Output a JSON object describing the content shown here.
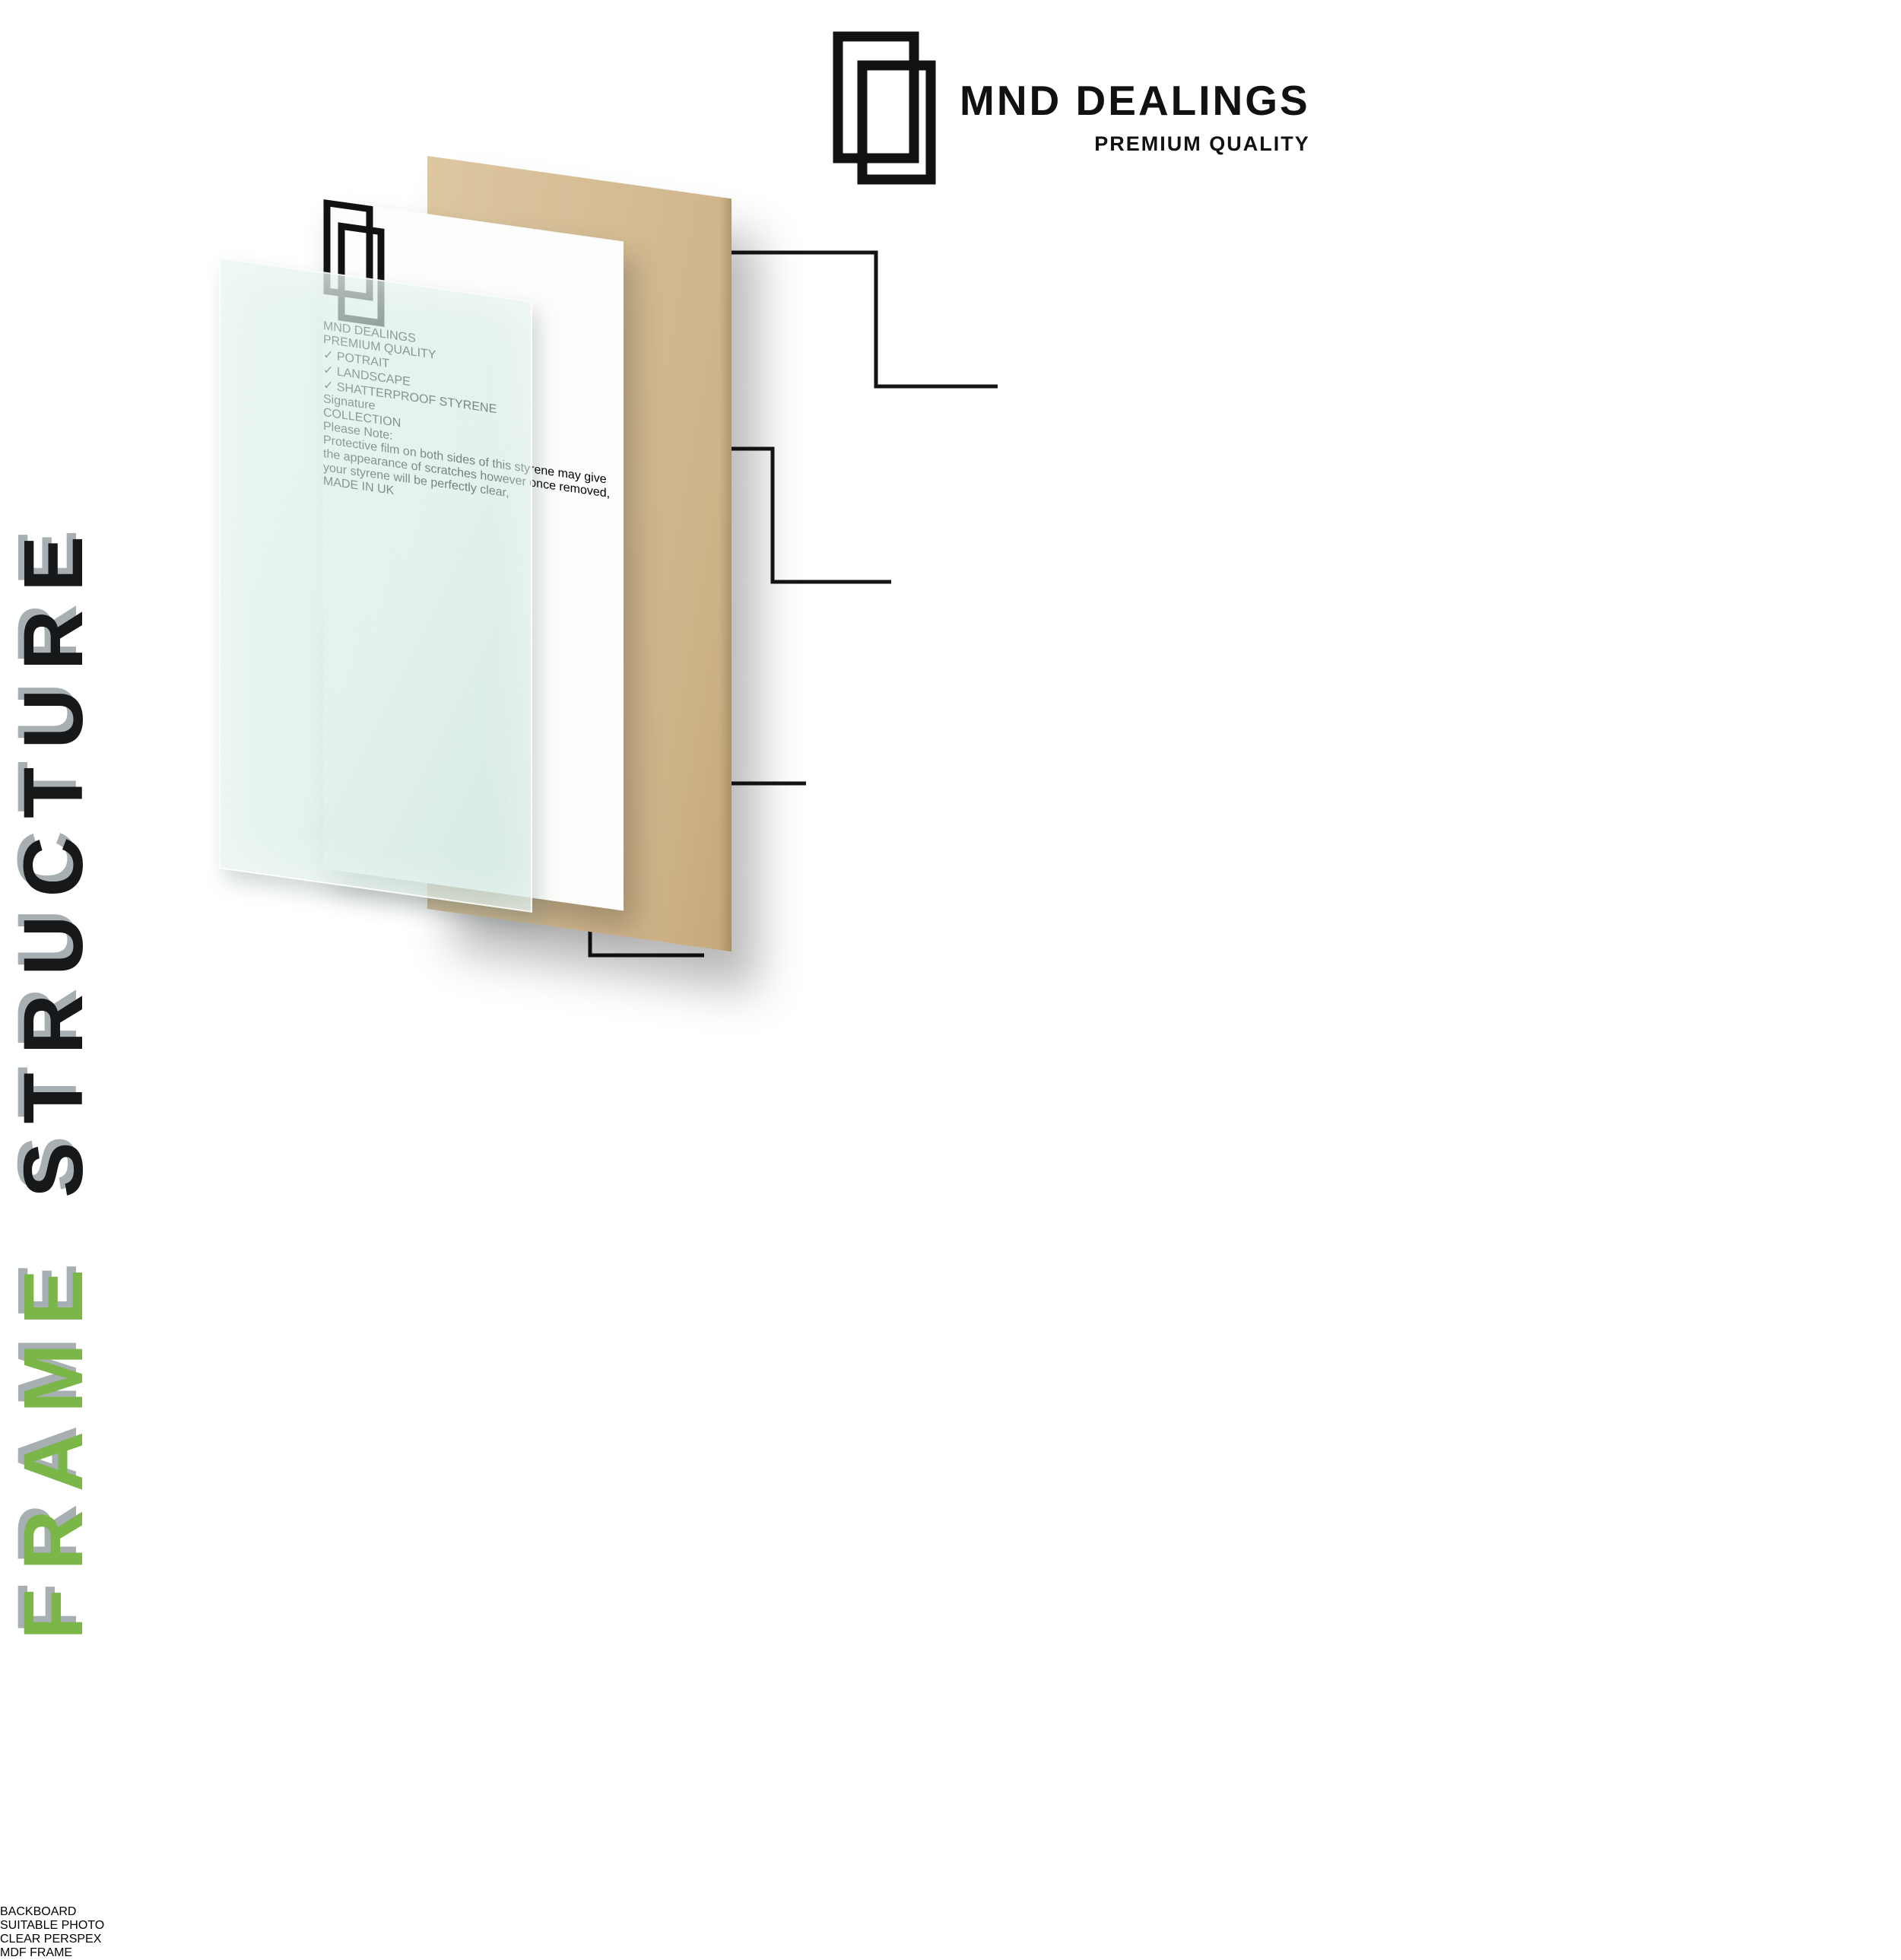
{
  "colors": {
    "accent_green": "#7ab648",
    "wood": "#d9b267",
    "board_tan": "#d4bc94",
    "banner_green": "#7cbf33",
    "line_black": "#151515"
  },
  "side_title": {
    "word_green": "FRAME",
    "word_black": "STRUCTURE"
  },
  "brand": {
    "name": "MND DEALINGS",
    "tagline": "PREMIUM QUALITY"
  },
  "insert": {
    "brand_name": "MND DEALINGS",
    "brand_tagline": "PREMIUM QUALITY",
    "check_glyph": "✓",
    "checklist": [
      "POTRAIT",
      "LANDSCAPE",
      "SHATTERPROOF STYRENE"
    ],
    "note_title": "Please Note:",
    "note_body": "Protective film on both sides of this styrene may give the appearance of scratches however once removed, your styrene will be perfectly clear,",
    "banner": "MADE IN UK",
    "badge_script": "Signature",
    "badge_sub": "COLLECTION"
  },
  "callouts": [
    {
      "accent": "BACK",
      "rest": "BOARD"
    },
    {
      "accent": "SUITABLE",
      "rest": " PHOTO"
    },
    {
      "accent": "CLEAR",
      "rest": " PERSPEX"
    },
    {
      "accent": "MDF",
      "rest": " FRAME"
    }
  ]
}
